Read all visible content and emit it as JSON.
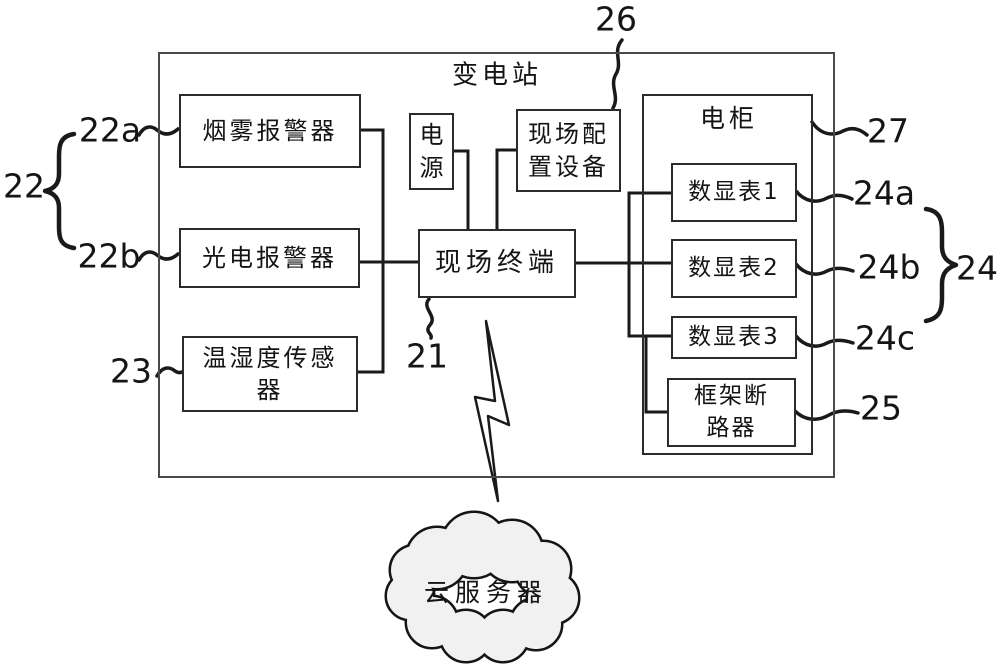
{
  "figure": {
    "substation_label": "变电站",
    "boxes": {
      "smoke_alarm": "烟雾报警器",
      "photoelectric_alarm": "光电报警器",
      "temp_humidity_sensor": "温湿度传感\n器",
      "power_supply": "电\n源",
      "field_config_device": "现场配\n置设备",
      "field_terminal": "现场终端",
      "cabinet": "电柜",
      "meter1": "数显表1",
      "meter2": "数显表2",
      "meter3": "数显表3",
      "frame_breaker": "框架断\n路器"
    },
    "cloud_server": "云服务器",
    "ref_labels": {
      "n21": "21",
      "n22": "22",
      "n22a": "22a",
      "n22b": "22b",
      "n23": "23",
      "n24": "24",
      "n24a": "24a",
      "n24b": "24b",
      "n24c": "24c",
      "n25": "25",
      "n26": "26",
      "n27": "27"
    },
    "colors": {
      "line": "#1a1a1a",
      "cloud_fill": "#f1f1f1",
      "background": "#ffffff"
    }
  }
}
